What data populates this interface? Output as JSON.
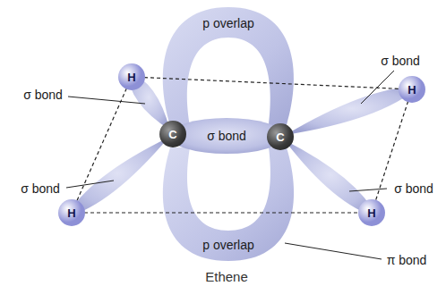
{
  "diagram": {
    "caption": "Ethene",
    "nodes": [
      {
        "text": [
          "H"
        ]
      },
      {
        "text": [
          "H"
        ]
      },
      {
        "text": [
          "C"
        ]
      },
      {
        "text": [
          "C"
        ]
      },
      {
        "text": [
          "H"
        ]
      },
      {
        "text": [
          "H"
        ]
      }
    ],
    "labels": [
      "p overlap",
      "σ bond",
      "σ bond",
      "σ bond",
      "σ bond",
      "σ bond",
      "p overlap",
      "π bond"
    ]
  }
}
